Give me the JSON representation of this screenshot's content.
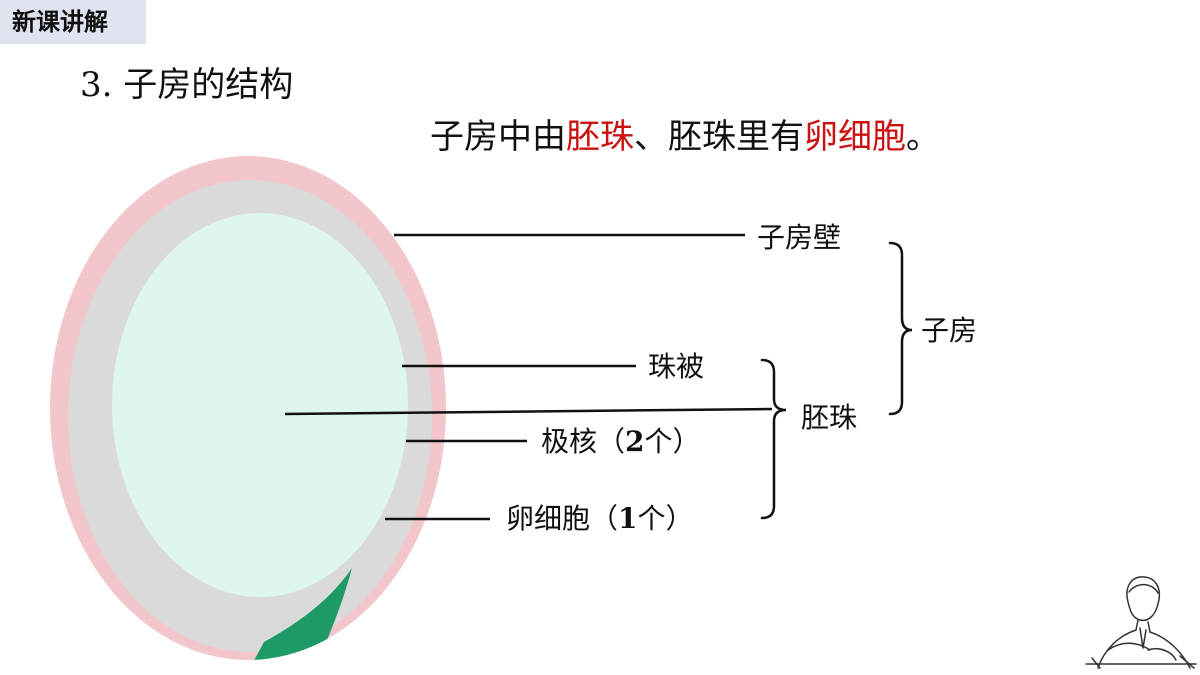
{
  "header": {
    "badge": "新课讲解"
  },
  "section": {
    "title": "3. 子房的结构"
  },
  "intro": {
    "part1": "子房中由",
    "highlight1": "胚珠",
    "part2": "、胚珠里有",
    "highlight2": "卵细胞",
    "part3": "。"
  },
  "labels": {
    "ovary_wall": "子房壁",
    "ovary": "子房",
    "integument": "珠被",
    "ovule": "胚珠",
    "polar_nuclei": {
      "name": "极核",
      "open": "（",
      "count": "2",
      "unit": "个",
      "close": "）"
    },
    "egg_cell": {
      "name": "卵细胞",
      "open": "（",
      "count": "1",
      "unit": "个",
      "close": "）"
    }
  },
  "colors": {
    "ovary_wall": "#f2c6cb",
    "integument": "#dadada",
    "embryo_sac": "#dff5ef",
    "micropyle": "#1e9a66",
    "highlight": "#cc1111"
  }
}
